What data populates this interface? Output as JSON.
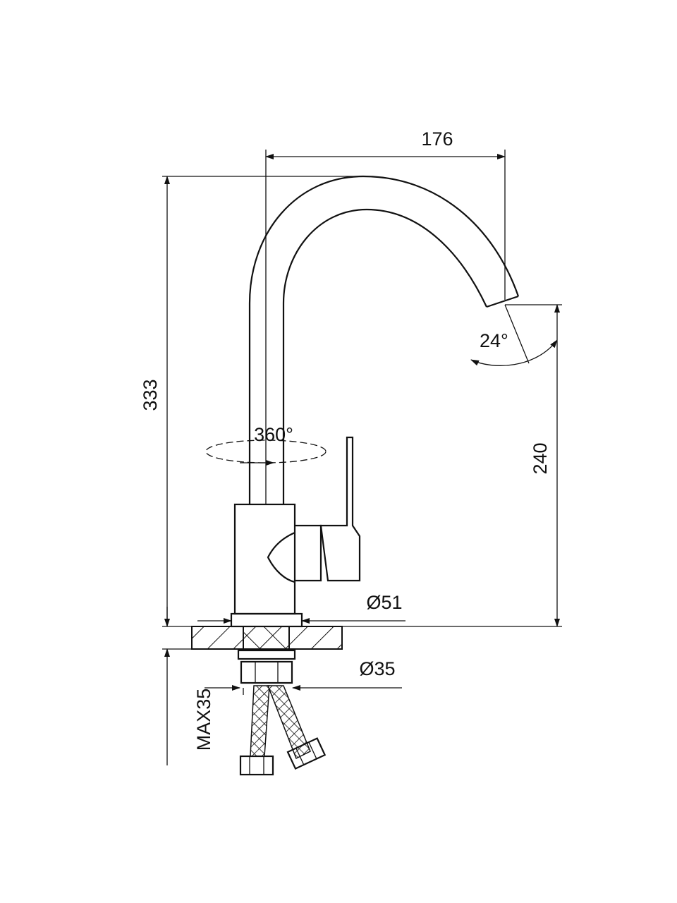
{
  "drawing": {
    "dimensions": {
      "spout_reach": "176",
      "total_height": "333",
      "spout_angle": "24°",
      "rotation": "360°",
      "spout_height": "240",
      "base_diameter": "Ø51",
      "shank_diameter": "Ø35",
      "max_counter_thickness": "MAX35"
    },
    "colors": {
      "line": "#111111",
      "background": "#ffffff"
    }
  }
}
